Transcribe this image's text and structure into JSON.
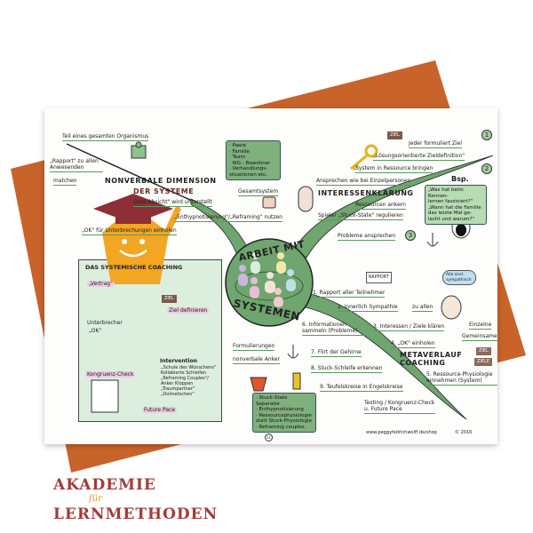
{
  "colors": {
    "backing": "#c8632a",
    "branch": "#6fa56e",
    "box": "#dceedd",
    "logo_orange": "#f2a623",
    "logo_red": "#a43a3a"
  },
  "center": {
    "top": "ARBEIT MIT",
    "bottom": "SYSTEMEN"
  },
  "left_branch": {
    "title": "NONVERBALE DIMENSION",
    "subtitle": "DER SYSTEME",
    "items": [
      "Teil eines gesamten Organismus",
      "„Rapport\" zu allen Anwesenden",
      "matchen",
      "Gute Absicht\" wird unterstellt",
      "Gesamtsystem",
      "„Enthypnotisierung\"/„Reframing\" nutzen",
      "„OK\" für Unterbrechungen einholen"
    ],
    "systems": [
      "· Paare",
      "· Familie",
      "· Team",
      "· WG - Bewohner",
      "· Verhandlungs-",
      "  situationen etc."
    ]
  },
  "right_branch": {
    "title": "INTERESSENKLARUNG",
    "items": [
      "Jeder formuliert Ziel",
      "„Lösungsorientierte Zieldefinition\"",
      "System in Ressource bringen",
      "Ansprechen wie bei Einzelpersonen",
      "Ressourcen ankern",
      "Spieler „Stuck-State\" regulieren",
      "Probleme ansprechen"
    ],
    "numbers": [
      "1",
      "2",
      "3"
    ],
    "sign": "ZIEL",
    "bsp": "Bsp.",
    "example": [
      "„Was hat beim Kennen-",
      "lernen fasziniert?\"",
      "„Wann hat die Familie",
      "das letzte Mal ge-",
      "lacht und warum?\""
    ]
  },
  "bottom_branch": {
    "title": "METAVERLAUF COACHING",
    "items": [
      "1. Rapport aller Teilnehmer",
      "2. innerlich Sympathie",
      "zu allen",
      "3. Interessen / Ziele klären",
      "Einzelne",
      "Gemeinsame",
      "4. „OK\" einholen",
      "5. Ressource-Physiologie einnehmen (System)",
      "6. Informationen sammeln (Probleme)",
      "7. Flirt der Gehirne",
      "8. Stuck-Schleife erkennen",
      "9. Teufelskreise in Engelskreise",
      "Testing / Kongruenz-Check u. Future Pace",
      "Formulierungen",
      "nonverbale Anker"
    ],
    "rapport": "RAPPORT",
    "bubble": "Alle sind sympathisch",
    "signs": [
      "ZIEL",
      "ZIELE"
    ],
    "tools": [
      "· Stuck-State Separator",
      "· Enthypnotisierung",
      "· Ressourcephysiologie",
      "  statt Stuck-Physiologie",
      "· Reframing couples"
    ]
  },
  "coaching_box": {
    "title": "DAS SYSTEMISCHE COACHING",
    "items": [
      "„Vertrag\"",
      "ZIEL",
      "Ziel definieren",
      "Unterbrecher",
      "„OK\"",
      "Intervention",
      "„Schule des Wünschens\"",
      "Kollabierte Schleifen",
      "„Reframing Couples\"/",
      "Anker Kloppen",
      "„Traumpartner\"",
      "„Dolmetschen\""
    ],
    "kongruenz": "Kongruenz-Check",
    "future": "Future Pace"
  },
  "footer": {
    "url": "www.peggyfedrichwolff.de/shop",
    "copyright": "© 2016",
    "page": "11"
  },
  "watermark": {
    "line1": "AKADEMIE",
    "line2": "für",
    "line3": "LERNMETHODEN"
  }
}
